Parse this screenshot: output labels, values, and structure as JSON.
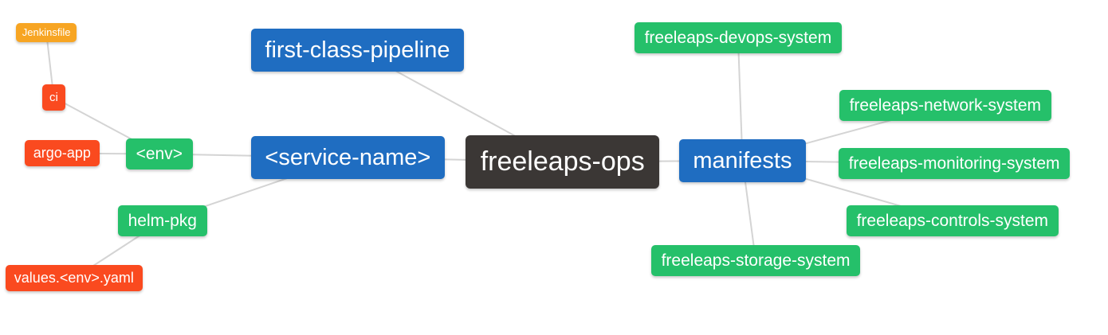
{
  "palette": {
    "blue": "#1F6DC1",
    "green": "#25C06A",
    "red": "#FA4A1F",
    "orange": "#F7A523",
    "dark": "#3B3735",
    "edge": "#D4D4D4",
    "background": "#FFFFFF",
    "node_text": "#FFFFFF"
  },
  "mindmap": {
    "type": "mindmap",
    "root_label": "freeleaps-ops",
    "nodes": [
      {
        "id": "jenkinsfile",
        "label": "Jenkinsfile",
        "color_key": "orange"
      },
      {
        "id": "ci",
        "label": "ci",
        "color_key": "red"
      },
      {
        "id": "argo-app",
        "label": "argo-app",
        "color_key": "red"
      },
      {
        "id": "env",
        "label": "<env>",
        "color_key": "green"
      },
      {
        "id": "first-class-pipeline",
        "label": "first-class-pipeline",
        "color_key": "blue"
      },
      {
        "id": "service-name",
        "label": "<service-name>",
        "color_key": "blue"
      },
      {
        "id": "helm-pkg",
        "label": "helm-pkg",
        "color_key": "green"
      },
      {
        "id": "values-env-yaml",
        "label": "values.<env>.yaml",
        "color_key": "red"
      },
      {
        "id": "freeleaps-ops",
        "label": "freeleaps-ops",
        "color_key": "dark"
      },
      {
        "id": "manifests",
        "label": "manifests",
        "color_key": "blue"
      },
      {
        "id": "devops-system",
        "label": "freeleaps-devops-system",
        "color_key": "green"
      },
      {
        "id": "network-system",
        "label": "freeleaps-network-system",
        "color_key": "green"
      },
      {
        "id": "monitoring-system",
        "label": "freeleaps-monitoring-system",
        "color_key": "green"
      },
      {
        "id": "controls-system",
        "label": "freeleaps-controls-system",
        "color_key": "green"
      },
      {
        "id": "storage-system",
        "label": "freeleaps-storage-system",
        "color_key": "green"
      }
    ],
    "edges": [
      [
        "jenkinsfile",
        "ci"
      ],
      [
        "ci",
        "env"
      ],
      [
        "argo-app",
        "env"
      ],
      [
        "env",
        "service-name"
      ],
      [
        "helm-pkg",
        "service-name"
      ],
      [
        "values-env-yaml",
        "helm-pkg"
      ],
      [
        "first-class-pipeline",
        "freeleaps-ops"
      ],
      [
        "service-name",
        "freeleaps-ops"
      ],
      [
        "freeleaps-ops",
        "manifests"
      ],
      [
        "manifests",
        "devops-system"
      ],
      [
        "manifests",
        "network-system"
      ],
      [
        "manifests",
        "monitoring-system"
      ],
      [
        "manifests",
        "controls-system"
      ],
      [
        "manifests",
        "storage-system"
      ]
    ]
  }
}
